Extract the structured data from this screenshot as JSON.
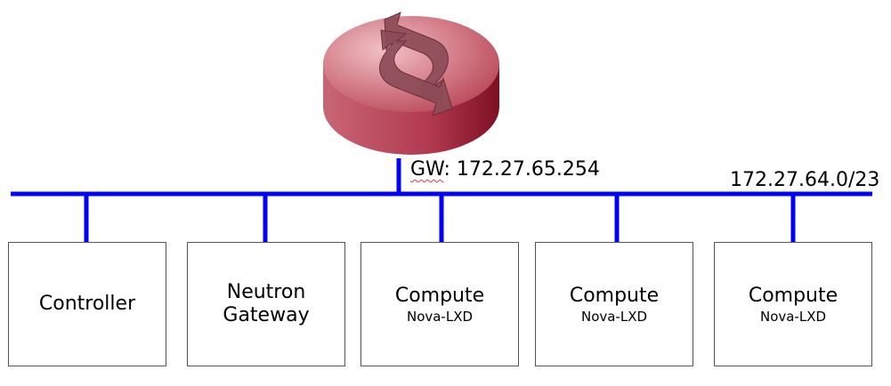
{
  "router": {
    "icon": "router-icon",
    "colors": {
      "top_light": "#e9aab0",
      "top_mid": "#c95c6c",
      "side_dark": "#8a1428",
      "arrow": "#8b4550"
    }
  },
  "network": {
    "gateway_prefix": "GW",
    "gateway_ip": ": 172.27.65.254",
    "subnet": "172.27.64.0/23",
    "bus_color": "#0000ff"
  },
  "nodes": [
    {
      "name": "Controller",
      "sub": ""
    },
    {
      "name": "Neutron\nGateway",
      "sub": ""
    },
    {
      "name": "Compute",
      "sub": "Nova-LXD"
    },
    {
      "name": "Compute",
      "sub": "Nova-LXD"
    },
    {
      "name": "Compute",
      "sub": "Nova-LXD"
    }
  ]
}
